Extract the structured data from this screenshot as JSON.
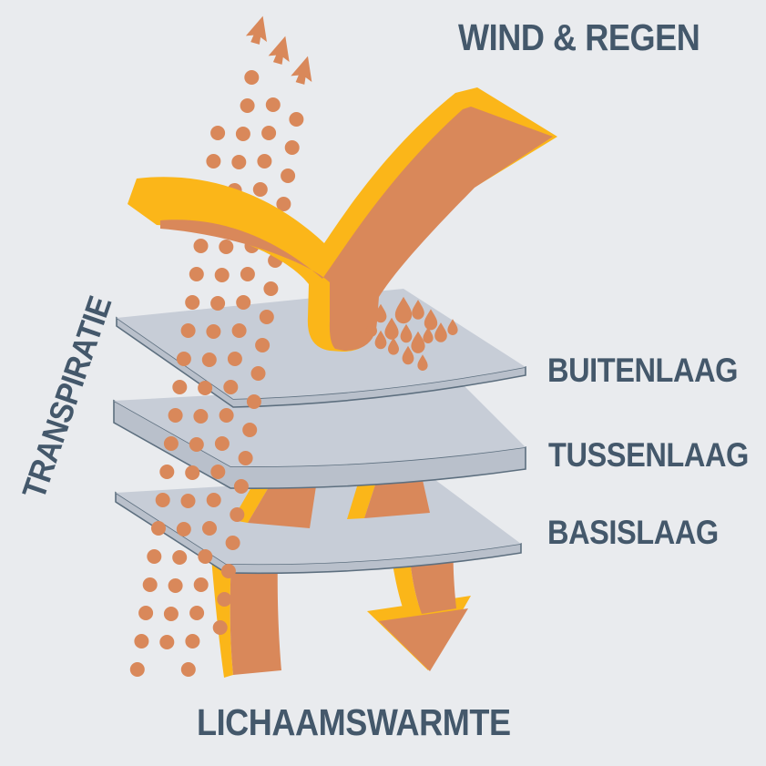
{
  "title": "WIND & REGEN",
  "left_label": "TRANSPIRATIE",
  "bottom_label": "LICHAAMSWARMTE",
  "layers": [
    {
      "label": "BUITENLAAG"
    },
    {
      "label": "TUSSENLAAG"
    },
    {
      "label": "BASISLAAG"
    }
  ],
  "colors": {
    "background": "#E9EBEE",
    "text": "#44586B",
    "yellow": "#FBB619",
    "orange": "#D9885A",
    "layer": "#C7CDD7",
    "layer_side": "#B9C0CB",
    "outline": "#5D6F7F"
  },
  "icons": {
    "deflect_arrow": "deflect-arrow-icon",
    "heat_down_arrow": "down-arrow-icon",
    "sweat_dots": "dot-stream-icon",
    "sweat_arrow_tips": "mini-arrow-icon",
    "rain_droplets": "droplet-icon"
  }
}
